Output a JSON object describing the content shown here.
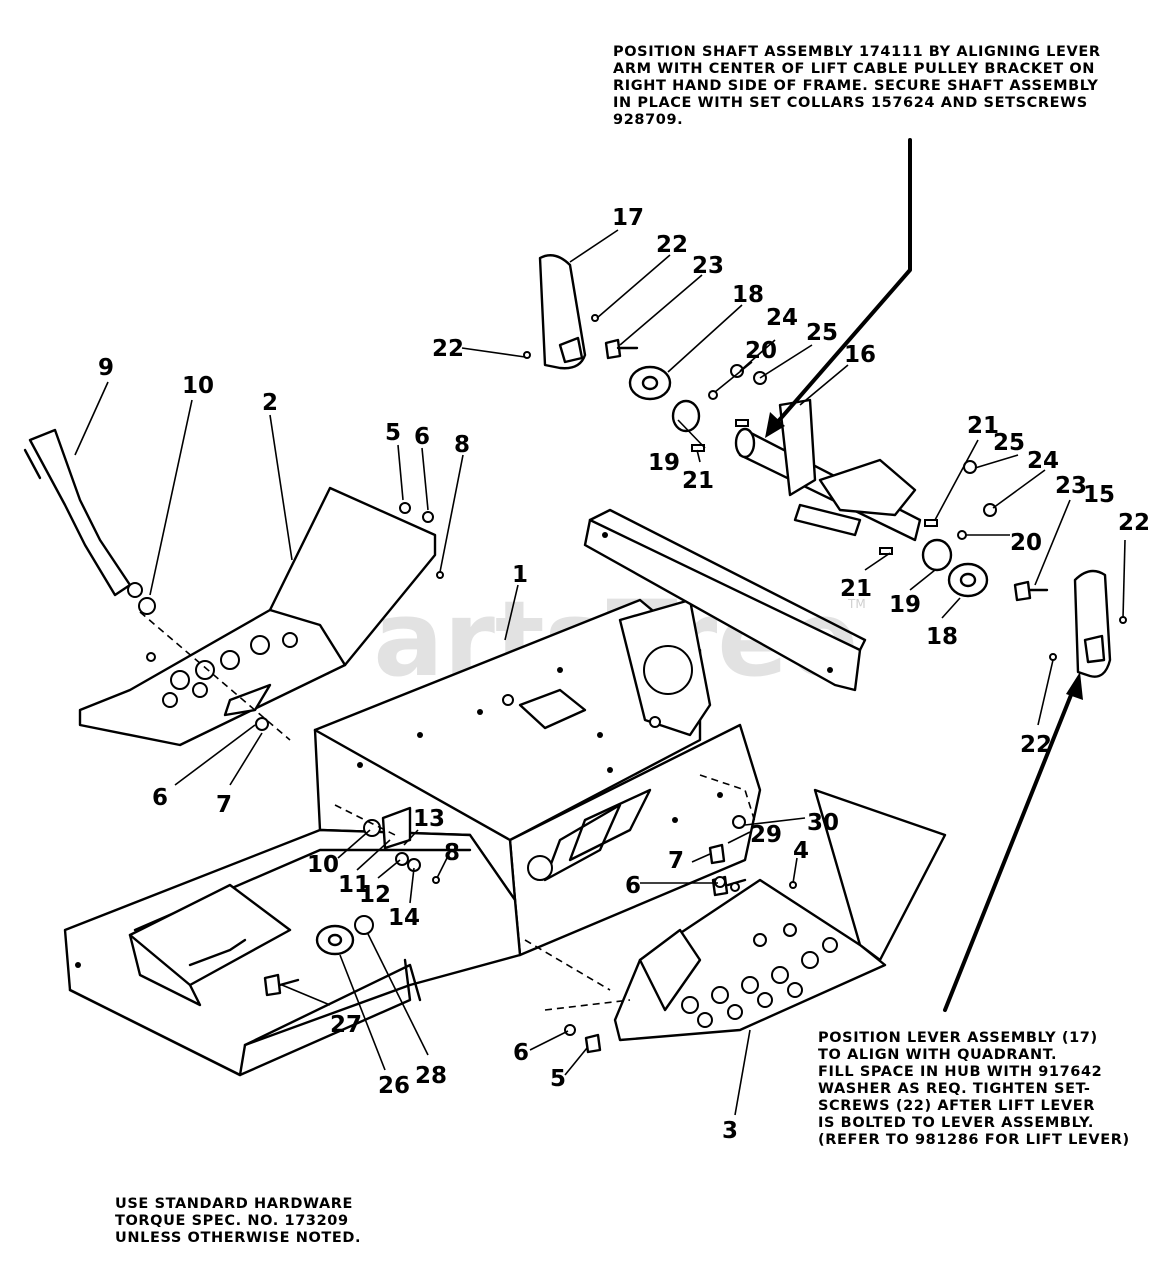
{
  "notes": {
    "shaft_assembly": [
      "POSITION SHAFT ASSEMBLY 174111 BY ALIGNING LEVER",
      "ARM WITH CENTER OF LIFT CABLE PULLEY BRACKET ON",
      "RIGHT HAND SIDE OF FRAME.  SECURE SHAFT ASSEMBLY",
      "IN PLACE WITH SET COLLARS 157624 AND SETSCREWS",
      "928709."
    ],
    "lever_assembly": [
      "POSITION LEVER ASSEMBLY (17)",
      "TO ALIGN WITH QUADRANT.",
      "FILL SPACE IN HUB WITH 917642",
      "WASHER AS REQ.  TIGHTEN SET-",
      "SCREWS (22) AFTER LIFT LEVER",
      "IS BOLTED TO LEVER ASSEMBLY.",
      "(REFER TO 981286 FOR LIFT LEVER)"
    ],
    "hardware": [
      "USE STANDARD HARDWARE",
      "TORQUE SPEC. NO. 173209",
      "UNLESS OTHERWISE NOTED."
    ]
  },
  "watermark": {
    "text": "PartsTree",
    "tm": "TM"
  },
  "callouts": {
    "c9": "9",
    "c10a": "10",
    "c2": "2",
    "c5a": "5",
    "c6a": "6",
    "c8a": "8",
    "c6b": "6",
    "c7a": "7",
    "c1": "1",
    "c17": "17",
    "c22a": "22",
    "c23a": "23",
    "c18a": "18",
    "c22b": "22",
    "c20a": "20",
    "c24a": "24",
    "c25a": "25",
    "c16": "16",
    "c19a": "19",
    "c21a": "21",
    "c21b": "21",
    "c25b": "25",
    "c24b": "24",
    "c23b": "23",
    "c15": "15",
    "c22c": "22",
    "c20b": "20",
    "c21c": "21",
    "c19b": "19",
    "c18b": "18",
    "c22d": "22",
    "c13": "13",
    "c8b": "8",
    "c10b": "10",
    "c11": "11",
    "c12": "12",
    "c14": "14",
    "c30": "30",
    "c29": "29",
    "c4": "4",
    "c7b": "7",
    "c6c": "6",
    "c27": "27",
    "c26": "26",
    "c28": "28",
    "c6d": "6",
    "c5b": "5",
    "c3": "3"
  }
}
